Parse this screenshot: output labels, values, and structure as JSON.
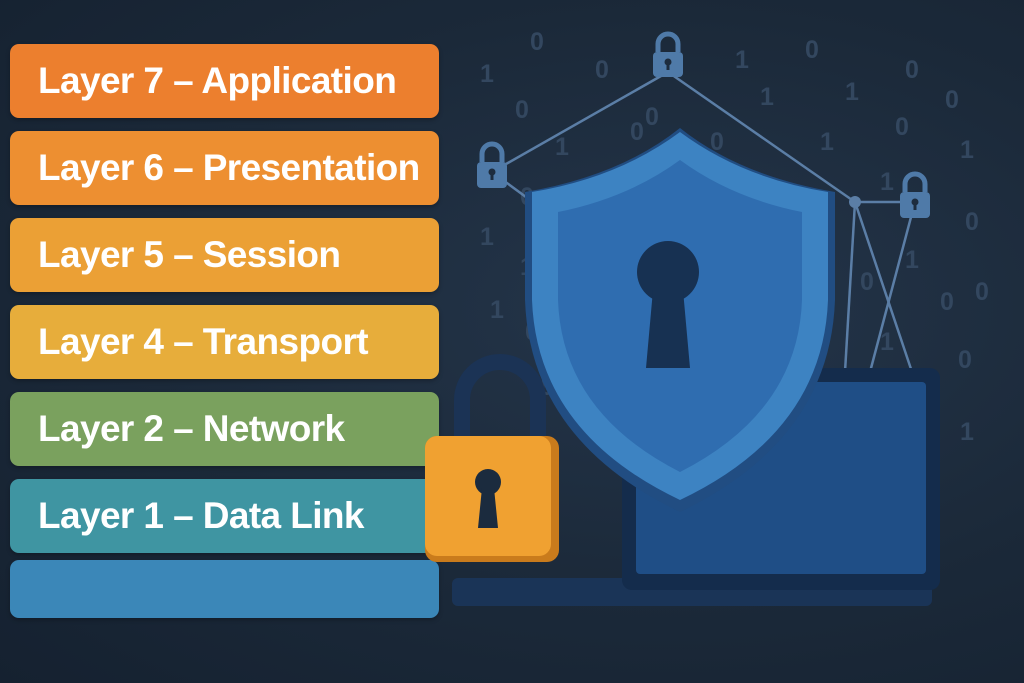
{
  "layers": [
    {
      "label": "Layer 7 – Application",
      "color": "#ec7f2e"
    },
    {
      "label": "Layer 6 – Presentation",
      "color": "#ed8f31"
    },
    {
      "label": "Layer 5 – Session",
      "color": "#eba035"
    },
    {
      "label": "Layer 4 – Transport",
      "color": "#e7ad3b"
    },
    {
      "label": "Layer 2 – Network",
      "color": "#7aa15e"
    },
    {
      "label": "Layer 1 – Data Link",
      "color": "#3f95a2"
    },
    {
      "label": "",
      "color": "#3b87b8"
    }
  ],
  "binary_digits": [
    "0",
    "0",
    "1",
    "0",
    "0",
    "1",
    "0",
    "0",
    "1",
    "1",
    "0",
    "1",
    "0",
    "0",
    "1",
    "0",
    "1",
    "0",
    "0",
    "1",
    "0",
    "1",
    "1",
    "0",
    "1",
    "0",
    "0",
    "1",
    "0",
    "1",
    "0",
    "0",
    "1"
  ],
  "colors": {
    "shield": "#3d83c2",
    "padlock": "#f0a131",
    "laptop": "#1c3d6b",
    "network_line": "#5b7ea6"
  },
  "icons": [
    "shield-icon",
    "keyhole-icon",
    "padlock-icon",
    "laptop-icon",
    "small-lock-icon"
  ]
}
